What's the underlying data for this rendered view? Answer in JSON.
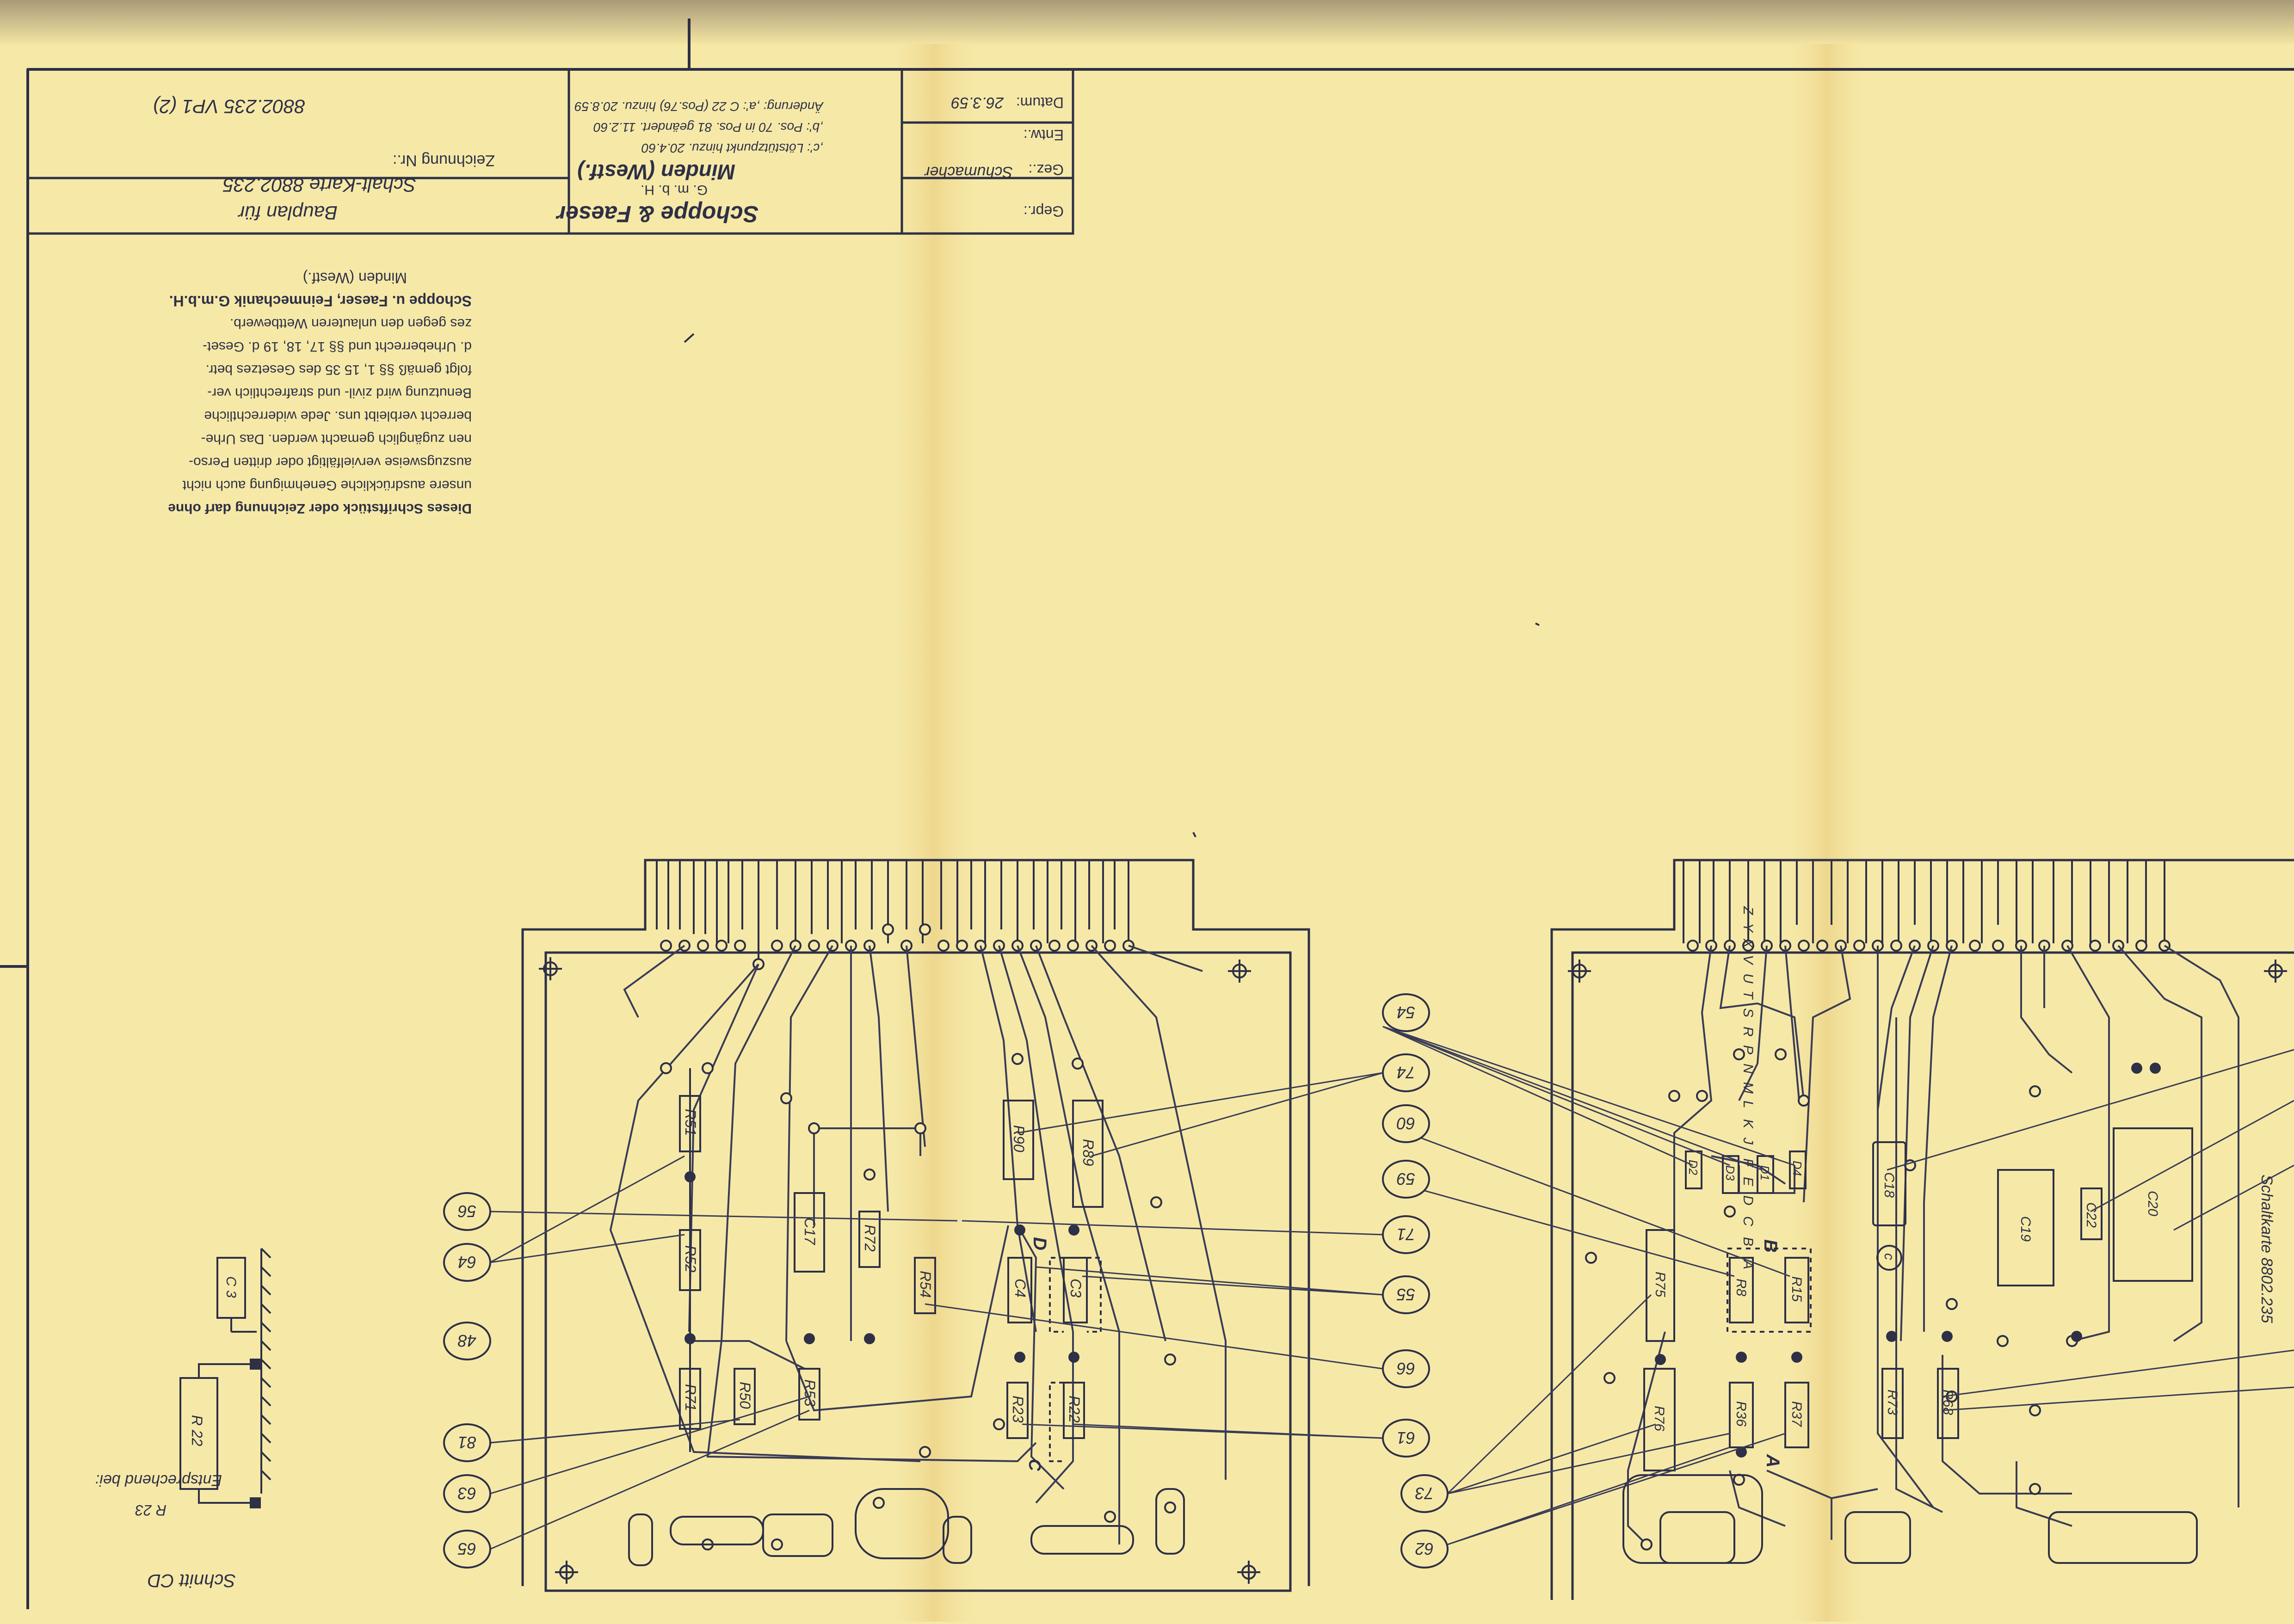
{
  "title_block": {
    "drawing_number_label": "Zeichnung Nr.:",
    "drawing_number": "8802.235 VP1 (2)",
    "plan_title_line1": "Bauplan für",
    "plan_title_line2": "Schalt-Karte 8802.235",
    "company_name": "Schoppe & Faeser",
    "company_form": "G. m. b. H.",
    "company_city": "Minden (Westf.)",
    "change_line_a": "Änderung: ,a': C 22 (Pos.76) hinzu. 20.8.59",
    "change_line_b": ",b': Pos. 70 in Pos. 81 geändert. 11.2.60",
    "change_line_c": ",c': Lötstützpunkt hinzu. 20.4.60",
    "date_label": "Datum:",
    "date_value": "26.3.59",
    "designed_label": "Entw.:",
    "drawn_label": "Gez.:",
    "drawn_signature": "Schumacher",
    "checked_label": "Gepr.:"
  },
  "copyright_notice": {
    "lines": [
      "Dieses Schriftstück oder Zeichnung darf ohne",
      "unsere ausdrückliche Genehmigung auch nicht",
      "auszugsweise vervielfältigt oder dritten Perso-",
      "nen zugänglich gemacht werden. Das Urhe-",
      "berrecht verbleibt uns. Jede widerrechtliche",
      "Benutzung wird zivil- und strafrechtlich ver-",
      "folgt gemäß §§ 1, 15 35 des Gesetzes betr.",
      "d. Urheberrecht und §§ 17, 18, 19 d. Geset-",
      "zes gegen den unlauteren Wettbewerb.",
      "Schoppe u. Faeser, Feinmechanik G.m.b.H.",
      "Minden (Westf.)"
    ]
  },
  "section_view": {
    "title": "Schnitt CD",
    "note": "Entsprechend bei:",
    "resistor_label": "R 22",
    "alt_label": "R 23",
    "capacitor_label": "C 3"
  },
  "side_label": "Schaltkarte 8802.235",
  "board_left": {
    "components": [
      "R51",
      "R52",
      "R71",
      "R50",
      "R53",
      "C17",
      "R72",
      "R54",
      "C4",
      "C3",
      "R23",
      "R22",
      "R90",
      "R89"
    ],
    "markers": [
      "D",
      "C"
    ]
  },
  "board_right": {
    "edge_letters": [
      "Z",
      "Y",
      "X",
      "V",
      "U",
      "T",
      "S",
      "R",
      "P",
      "N",
      "M",
      "L",
      "K",
      "J",
      "F",
      "E",
      "D",
      "C",
      "B",
      "A"
    ],
    "components": [
      "D2",
      "D3",
      "D1",
      "D4",
      "R75",
      "R8",
      "R15",
      "R76",
      "R36",
      "R37",
      "C18",
      "C19",
      "C22",
      "C20",
      "R73",
      "R68"
    ],
    "markers": [
      "B",
      "A",
      "c"
    ]
  },
  "callouts_left": [
    "56",
    "64",
    "48",
    "81",
    "63",
    "65"
  ],
  "callouts_mid": [
    "54",
    "74",
    "60",
    "59",
    "71",
    "55",
    "66",
    "61",
    "73",
    "62"
  ]
}
